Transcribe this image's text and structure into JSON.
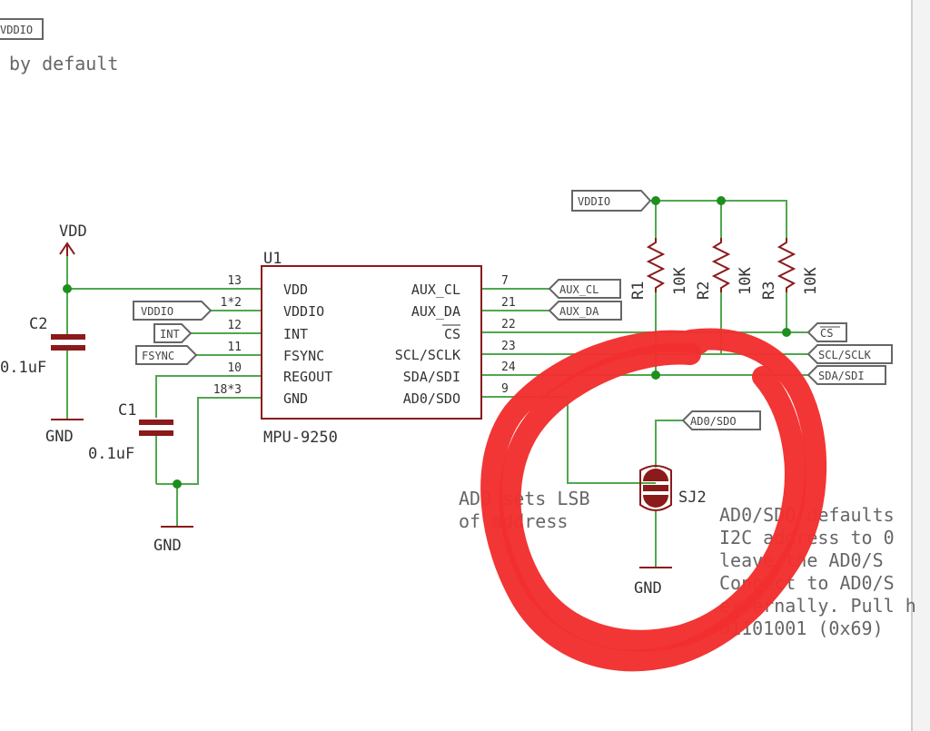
{
  "top_port": "VDDIO",
  "top_note": "by default",
  "chip": {
    "ref": "U1",
    "name": "MPU-9250",
    "left_pins": [
      {
        "num": "13",
        "label": "VDD"
      },
      {
        "num": "1*2",
        "label": "VDDIO"
      },
      {
        "num": "12",
        "label": "INT"
      },
      {
        "num": "11",
        "label": "FSYNC"
      },
      {
        "num": "10",
        "label": "REGOUT"
      },
      {
        "num": "18*3",
        "label": "GND"
      }
    ],
    "right_pins": [
      {
        "num": "7",
        "label": "AUX_CL"
      },
      {
        "num": "21",
        "label": "AUX_DA"
      },
      {
        "num": "22",
        "label": "CS"
      },
      {
        "num": "23",
        "label": "SCL/SCLK"
      },
      {
        "num": "24",
        "label": "SDA/SDI"
      },
      {
        "num": "9",
        "label": "AD0/SDO"
      }
    ]
  },
  "ports_left": [
    "VDDIO",
    "INT",
    "FSYNC"
  ],
  "ports_right": [
    "AUX_CL",
    "AUX_DA",
    "CS",
    "SCL/SCLK",
    "SDA/SDI"
  ],
  "port_vddio_top": "VDDIO",
  "port_ad0": "AD0/SDO",
  "supply_vdd": "VDD",
  "gnd_label": "GND",
  "c2": {
    "ref": "C2",
    "value": "0.1uF"
  },
  "c1": {
    "ref": "C1",
    "value": "0.1uF"
  },
  "resistors": [
    {
      "ref": "R1",
      "value": "10K"
    },
    {
      "ref": "R2",
      "value": "10K"
    },
    {
      "ref": "R3",
      "value": "10K"
    }
  ],
  "jumper": "SJ2",
  "note_lsb": [
    "AD0 sets LSB",
    "of address"
  ],
  "note_right": [
    "AD0/SDO defaults",
    "I2C address to 0",
    "leave the AD0/S",
    "Connect to AD0/S",
    "externally. Pull h",
    "01101001 (0x69)"
  ],
  "colors": {
    "wire": "#4fa84f",
    "part": "#8b1a1a",
    "junction": "#1e8f1e",
    "scribble": "#f2302e"
  }
}
